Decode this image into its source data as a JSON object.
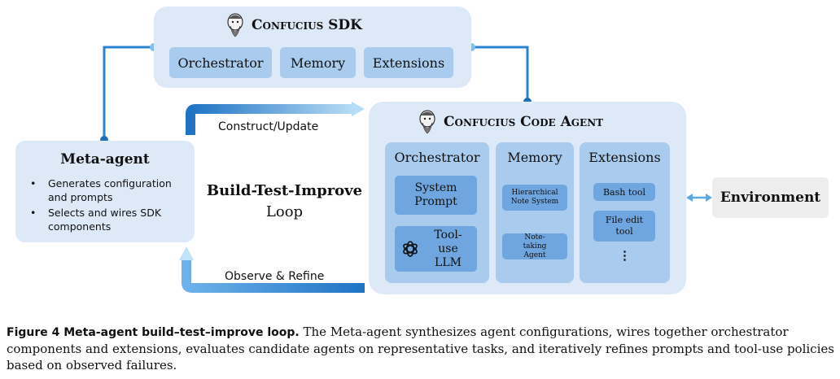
{
  "sdk": {
    "title": "Confucius SDK",
    "chips": [
      "Orchestrator",
      "Memory",
      "Extensions"
    ]
  },
  "meta_agent": {
    "title": "Meta-agent",
    "bullets": [
      "Generates configuration and prompts",
      "Selects and wires SDK components"
    ]
  },
  "code_agent": {
    "title": "Confucius Code Agent",
    "orchestrator": {
      "heading": "Orchestrator",
      "items": [
        "System Prompt",
        "Tool-use LLM"
      ]
    },
    "memory": {
      "heading": "Memory",
      "items": [
        "Hierarchical Note System",
        "Note-taking Agent"
      ]
    },
    "extensions": {
      "heading": "Extensions",
      "items": [
        "Bash tool",
        "File edit tool"
      ],
      "more": "⋮"
    }
  },
  "environment": {
    "label": "Environment"
  },
  "loop": {
    "title": "Build-Test-Improve",
    "subtitle": "Loop",
    "construct_label": "Construct/Update",
    "observe_label": "Observe & Refine"
  },
  "caption": {
    "label": "Figure 4  Meta-agent build–test–improve loop.",
    "text": " The Meta-agent synthesizes agent configurations, wires together orchestrator components and extensions, evaluates candidate agents on representative tasks, and iteratively refines prompts and tool-use policies based on observed failures."
  },
  "icons": [
    "confucius-portrait-icon",
    "openai-logo-icon"
  ],
  "colors": {
    "panel": "#dde9f7",
    "column": "#a9cbee",
    "pill": "#6fa6e0",
    "connector": "#2a82d0",
    "env": "#ededed"
  }
}
